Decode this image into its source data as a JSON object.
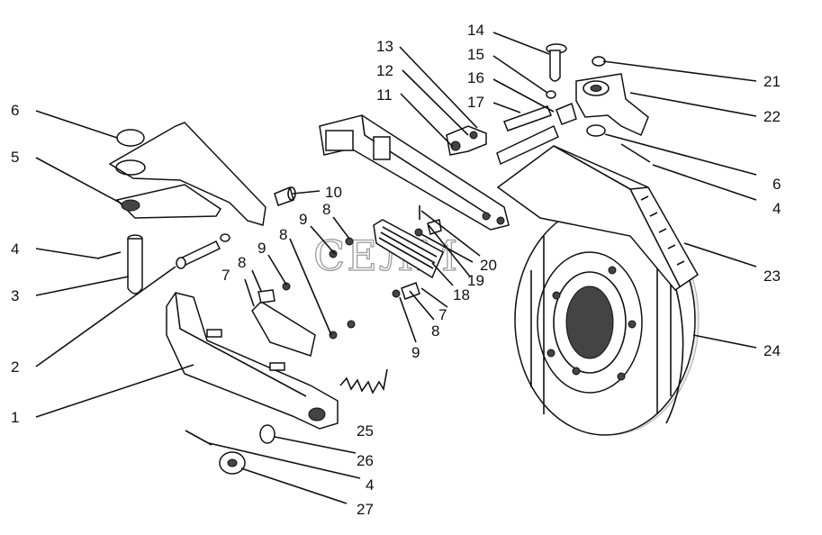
{
  "watermark": "СЕЛМ",
  "callouts": [
    {
      "id": "c1",
      "text": "1"
    },
    {
      "id": "c2",
      "text": "2"
    },
    {
      "id": "c3",
      "text": "3"
    },
    {
      "id": "c4a",
      "text": "4"
    },
    {
      "id": "c5",
      "text": "5"
    },
    {
      "id": "c6a",
      "text": "6"
    },
    {
      "id": "c7a",
      "text": "7"
    },
    {
      "id": "c8a",
      "text": "8"
    },
    {
      "id": "c8b",
      "text": "8"
    },
    {
      "id": "c9a",
      "text": "9"
    },
    {
      "id": "c9b",
      "text": "9"
    },
    {
      "id": "c8c",
      "text": "8"
    },
    {
      "id": "c10",
      "text": "10"
    },
    {
      "id": "c11",
      "text": "11"
    },
    {
      "id": "c12",
      "text": "12"
    },
    {
      "id": "c13",
      "text": "13"
    },
    {
      "id": "c14",
      "text": "14"
    },
    {
      "id": "c15",
      "text": "15"
    },
    {
      "id": "c16",
      "text": "16"
    },
    {
      "id": "c17",
      "text": "17"
    },
    {
      "id": "c18",
      "text": "18"
    },
    {
      "id": "c19",
      "text": "19"
    },
    {
      "id": "c20",
      "text": "20"
    },
    {
      "id": "c21",
      "text": "21"
    },
    {
      "id": "c22",
      "text": "22"
    },
    {
      "id": "c6b",
      "text": "6"
    },
    {
      "id": "c4b",
      "text": "4"
    },
    {
      "id": "c23",
      "text": "23"
    },
    {
      "id": "c24",
      "text": "24"
    },
    {
      "id": "c7b",
      "text": "7"
    },
    {
      "id": "c8d",
      "text": "8"
    },
    {
      "id": "c9c",
      "text": "9"
    },
    {
      "id": "c25",
      "text": "25"
    },
    {
      "id": "c26",
      "text": "26"
    },
    {
      "id": "c4c",
      "text": "4"
    },
    {
      "id": "c27",
      "text": "27"
    }
  ]
}
